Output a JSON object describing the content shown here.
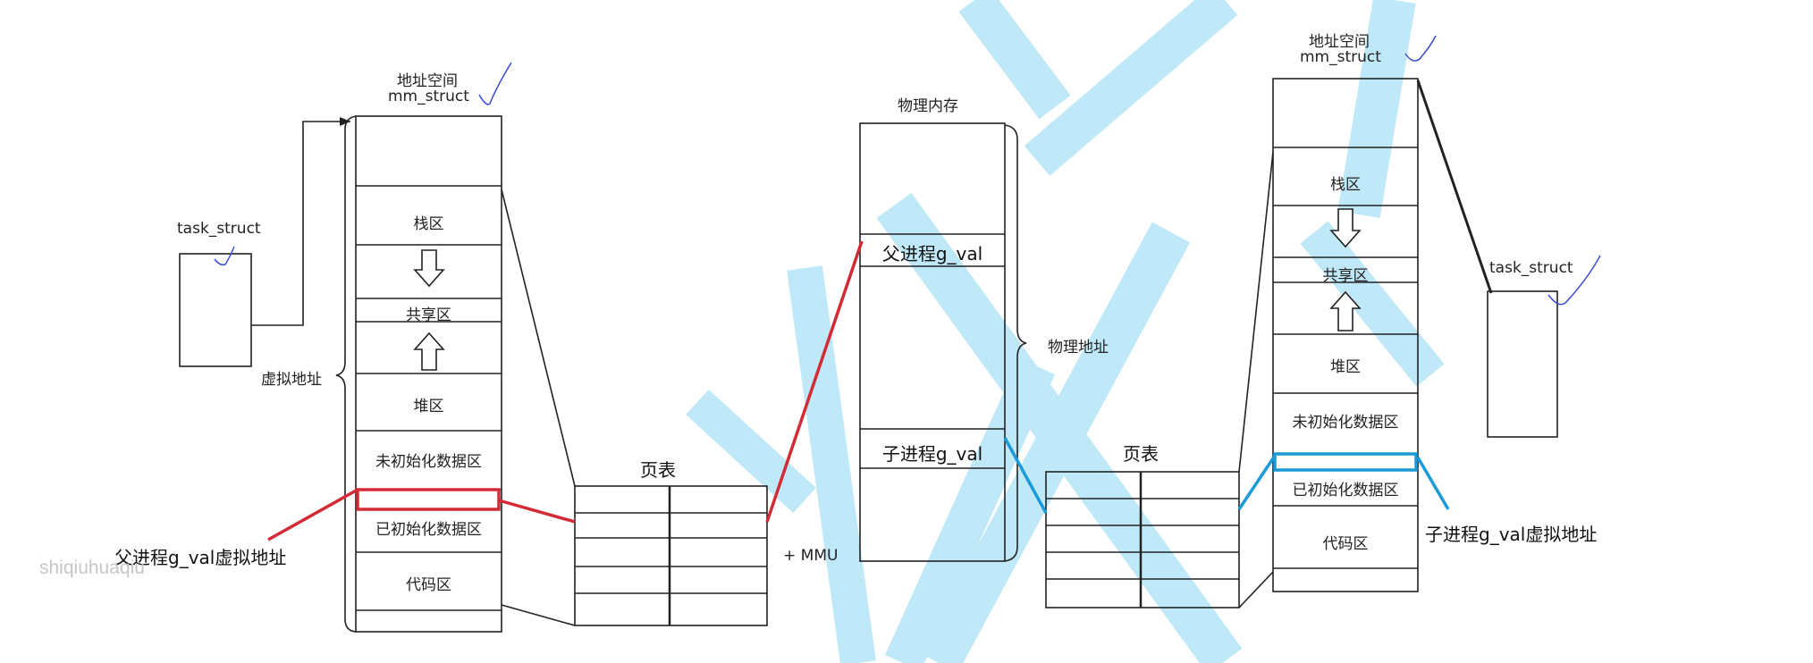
{
  "left": {
    "addr_space_title": "地址空间",
    "mm_struct": "mm_struct",
    "task_struct": "task_struct",
    "virtual_addr": "虚拟地址",
    "segments": [
      "栈区",
      "共享区",
      "堆区",
      "未初始化数据区",
      "已初始化数据区",
      "代码区"
    ],
    "page_table_title": "页表",
    "parent_gval_vaddr": "父进程g_val虚拟地址",
    "watermark": "shiqiuhuaqiu"
  },
  "middle": {
    "physical_memory_title": "物理内存",
    "parent_gval": "父进程g_val",
    "child_gval": "子进程g_val",
    "physical_addr": "物理地址",
    "mmu": "+ MMU"
  },
  "right": {
    "addr_space_title": "地址空间",
    "mm_struct": "mm_struct",
    "task_struct": "task_struct",
    "segments": [
      "栈区",
      "共享区",
      "堆区",
      "未初始化数据区",
      "已初始化数据区",
      "代码区"
    ],
    "page_table_title": "页表",
    "child_gval_vaddr": "子进程g_val虚拟地址"
  },
  "colors": {
    "parent_link": "#d42a35",
    "child_link": "#1a9ad6",
    "background_watermark": "#bfe8f8"
  }
}
